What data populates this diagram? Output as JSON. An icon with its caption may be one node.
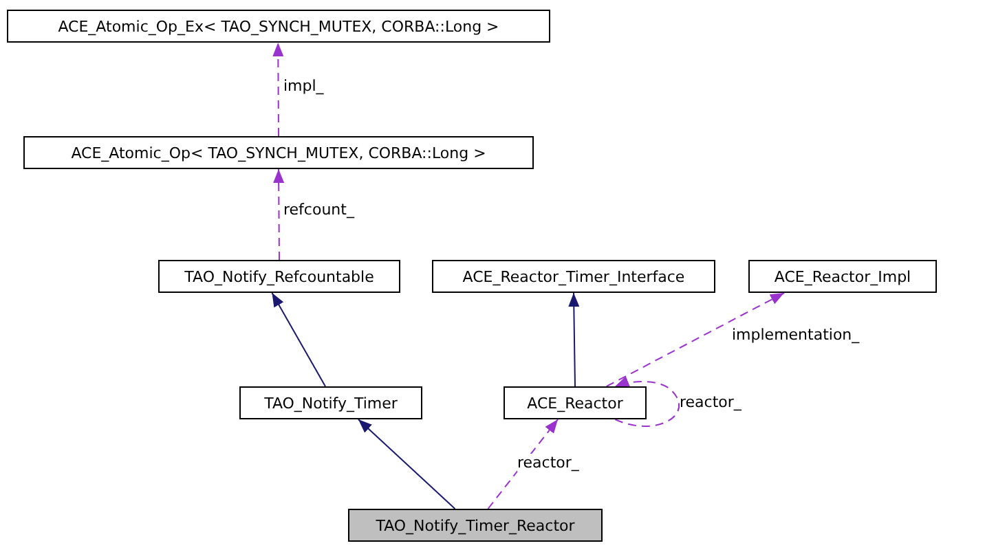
{
  "diagram": {
    "nodes": [
      {
        "text": [
          "ACE_Atomic_Op_Ex< TAO_SYNCH_MUTEX, CORBA::Long >"
        ]
      },
      {
        "text": [
          "ACE_Atomic_Op< TAO_SYNCH_MUTEX, CORBA::Long >"
        ]
      },
      {
        "text": [
          "TAO_Notify_Refcountable"
        ]
      },
      {
        "text": [
          "ACE_Reactor_Timer_Interface"
        ]
      },
      {
        "text": [
          "ACE_Reactor_Impl"
        ]
      },
      {
        "text": [
          "TAO_Notify_Timer"
        ]
      },
      {
        "text": [
          "ACE_Reactor"
        ]
      },
      {
        "text": [
          "TAO_Notify_Timer_Reactor"
        ]
      }
    ],
    "edges": [
      {
        "from": 1,
        "to": 0,
        "arrow": "to",
        "label": "impl_",
        "style": "dashed"
      },
      {
        "from": 2,
        "to": 1,
        "arrow": "to",
        "label": "refcount_",
        "style": "dashed"
      },
      {
        "from": 5,
        "to": 2,
        "arrow": "to",
        "color": "#191970"
      },
      {
        "from": 6,
        "to": 3,
        "arrow": "to",
        "color": "#191970"
      },
      {
        "from": 6,
        "to": 4,
        "arrow": "to",
        "label": "implementation_",
        "style": "dashed"
      },
      {
        "from": 6,
        "to": 6,
        "arrow": "to",
        "label": "reactor_",
        "style": "dashed"
      },
      {
        "from": 7,
        "to": 5,
        "arrow": "to",
        "color": "#191970"
      },
      {
        "from": 7,
        "to": 6,
        "arrow": "to",
        "label": "reactor_",
        "style": "dashed"
      }
    ]
  }
}
